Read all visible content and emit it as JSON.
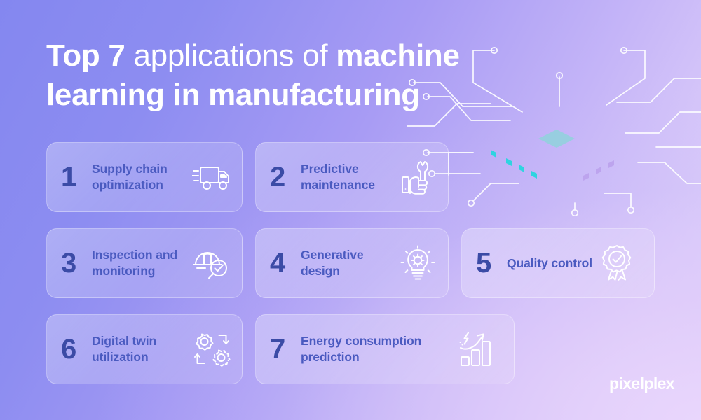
{
  "theme": {
    "bg_start": "#8487f0",
    "bg_end": "#e6d6fc",
    "number_color": "#3b4ba6",
    "label_color": "#4a5ac0",
    "icon_color": "#ffffff",
    "chip_dark": "#2a3f7d",
    "chip_teal": "#2ea3ac",
    "chip_light": "#cfeef3"
  },
  "title": {
    "part1": "Top 7",
    "part2": " applications of ",
    "part3": "machine learning in manufacturing"
  },
  "cards": [
    {
      "number": "1",
      "label": "Supply chain optimization",
      "icon": "delivery-truck-icon"
    },
    {
      "number": "2",
      "label": "Predictive maintenance",
      "icon": "hand-wrench-icon"
    },
    {
      "number": "3",
      "label": "Inspection and monitoring",
      "icon": "hardhat-magnifier-check-icon"
    },
    {
      "number": "4",
      "label": "Generative design",
      "icon": "lightbulb-gear-icon"
    },
    {
      "number": "5",
      "label": "Quality control",
      "icon": "award-ribbon-check-icon"
    },
    {
      "number": "6",
      "label": "Digital twin utilization",
      "icon": "twin-gears-sync-icon"
    },
    {
      "number": "7",
      "label": "Energy consumption prediction",
      "icon": "bar-chart-bolt-icon"
    }
  ],
  "logo": {
    "text": "pixelplex"
  },
  "illustration": {
    "name": "isometric-ai-chip"
  }
}
